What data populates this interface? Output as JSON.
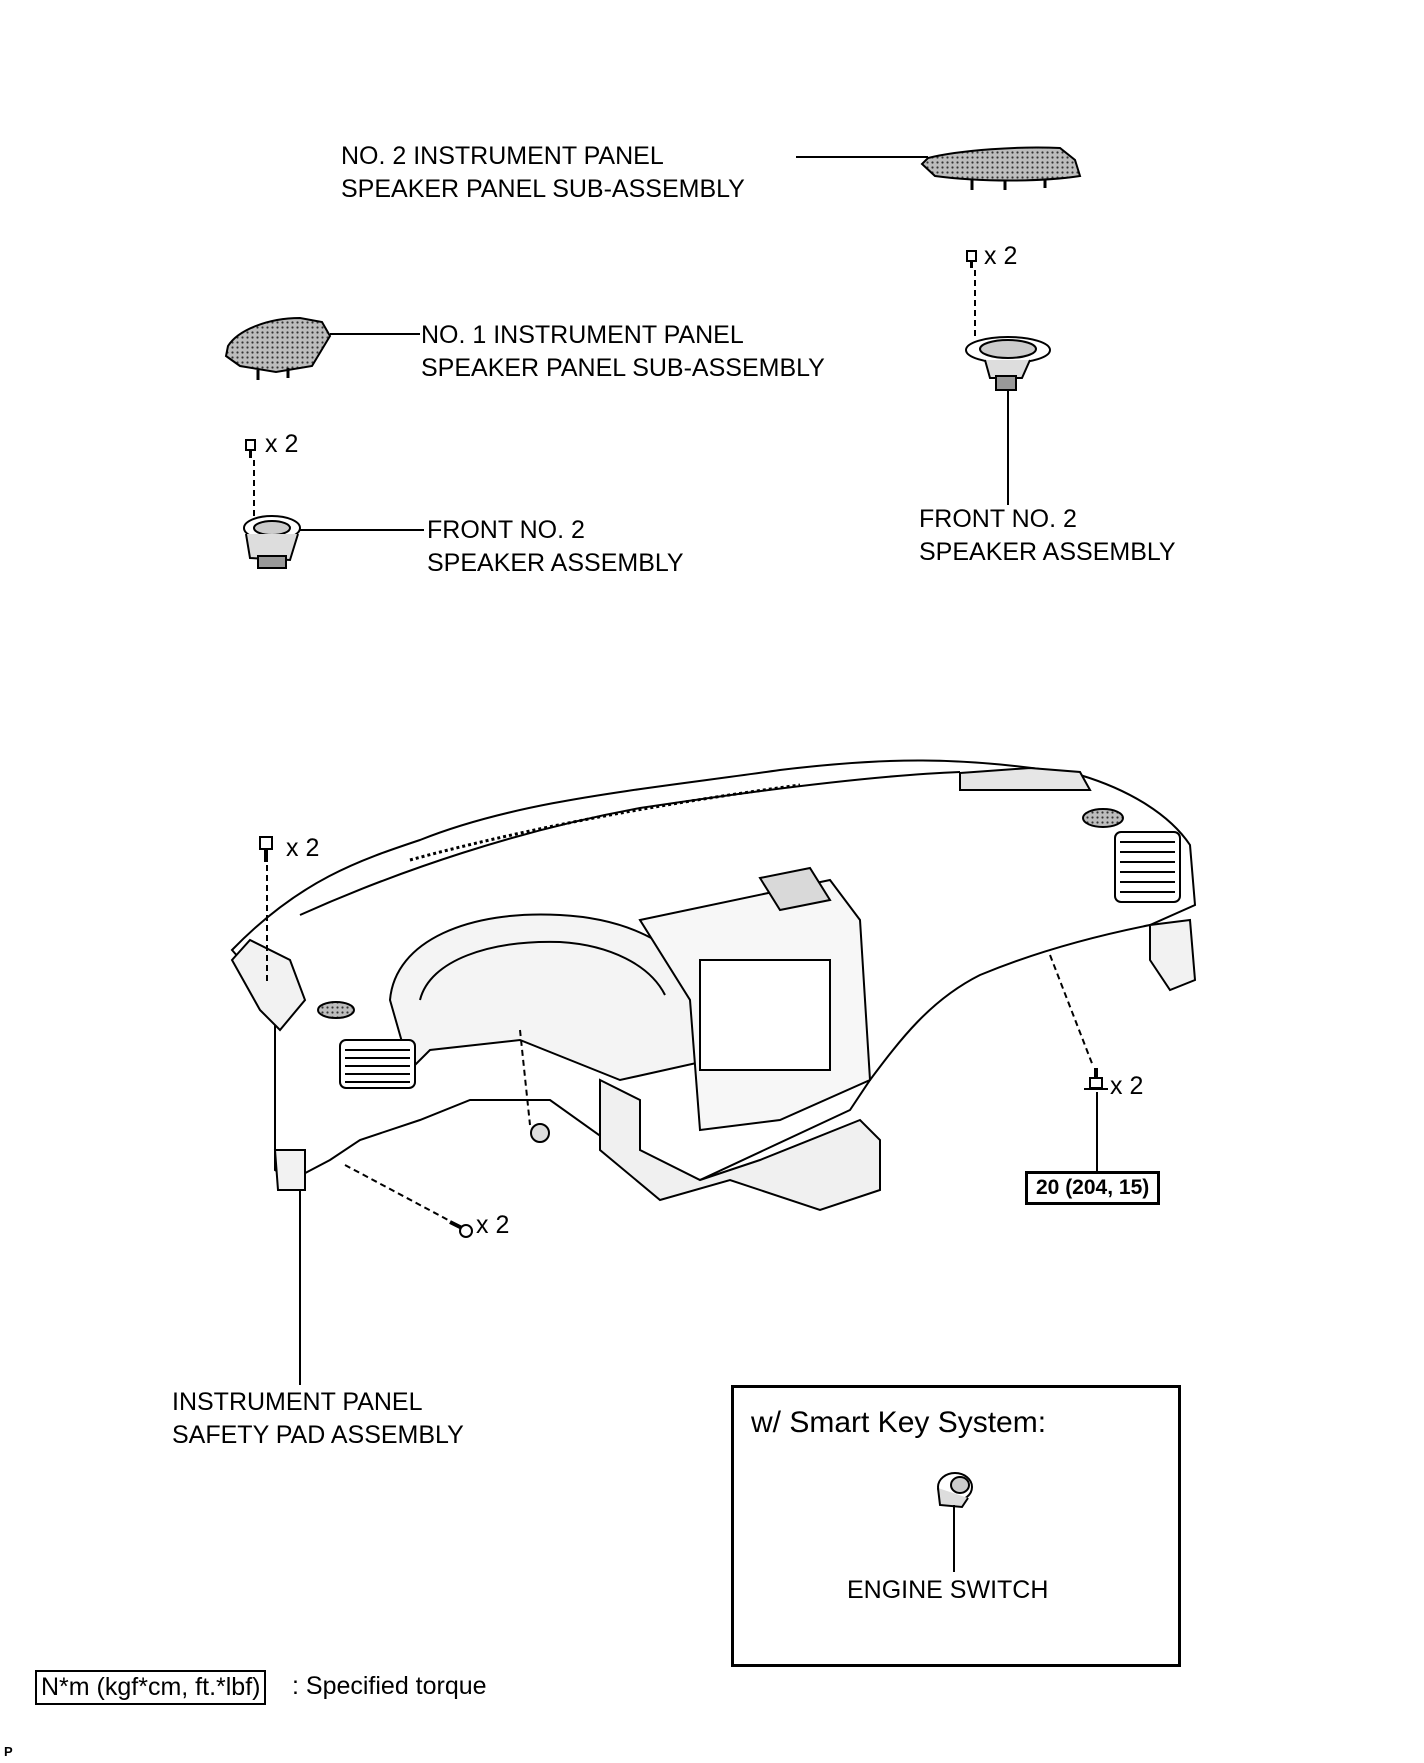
{
  "labels": {
    "no2_speaker_panel": [
      "NO. 2 INSTRUMENT PANEL",
      "SPEAKER PANEL SUB-ASSEMBLY"
    ],
    "no1_speaker_panel": [
      "NO. 1 INSTRUMENT PANEL",
      "SPEAKER PANEL SUB-ASSEMBLY"
    ],
    "front_no2_speaker_left": [
      "FRONT NO. 2",
      "SPEAKER ASSEMBLY"
    ],
    "front_no2_speaker_right": [
      "FRONT NO. 2",
      "SPEAKER ASSEMBLY"
    ],
    "safety_pad": [
      "INSTRUMENT PANEL",
      "SAFETY PAD ASSEMBLY"
    ],
    "engine_switch": "ENGINE SWITCH"
  },
  "quantities": {
    "screw_right_speaker": "x 2",
    "screw_left_speaker": "x 2",
    "bolt_top_left": "x 2",
    "bolt_lower_left": "x 2",
    "bolt_right": "x 2"
  },
  "torque": {
    "value": "20 (204, 15)"
  },
  "smart_key": {
    "title": "w/ Smart Key System:"
  },
  "legend": {
    "unit": "N*m (kgf*cm, ft.*lbf)",
    "text": ": Specified torque"
  },
  "corner_mark": "P"
}
